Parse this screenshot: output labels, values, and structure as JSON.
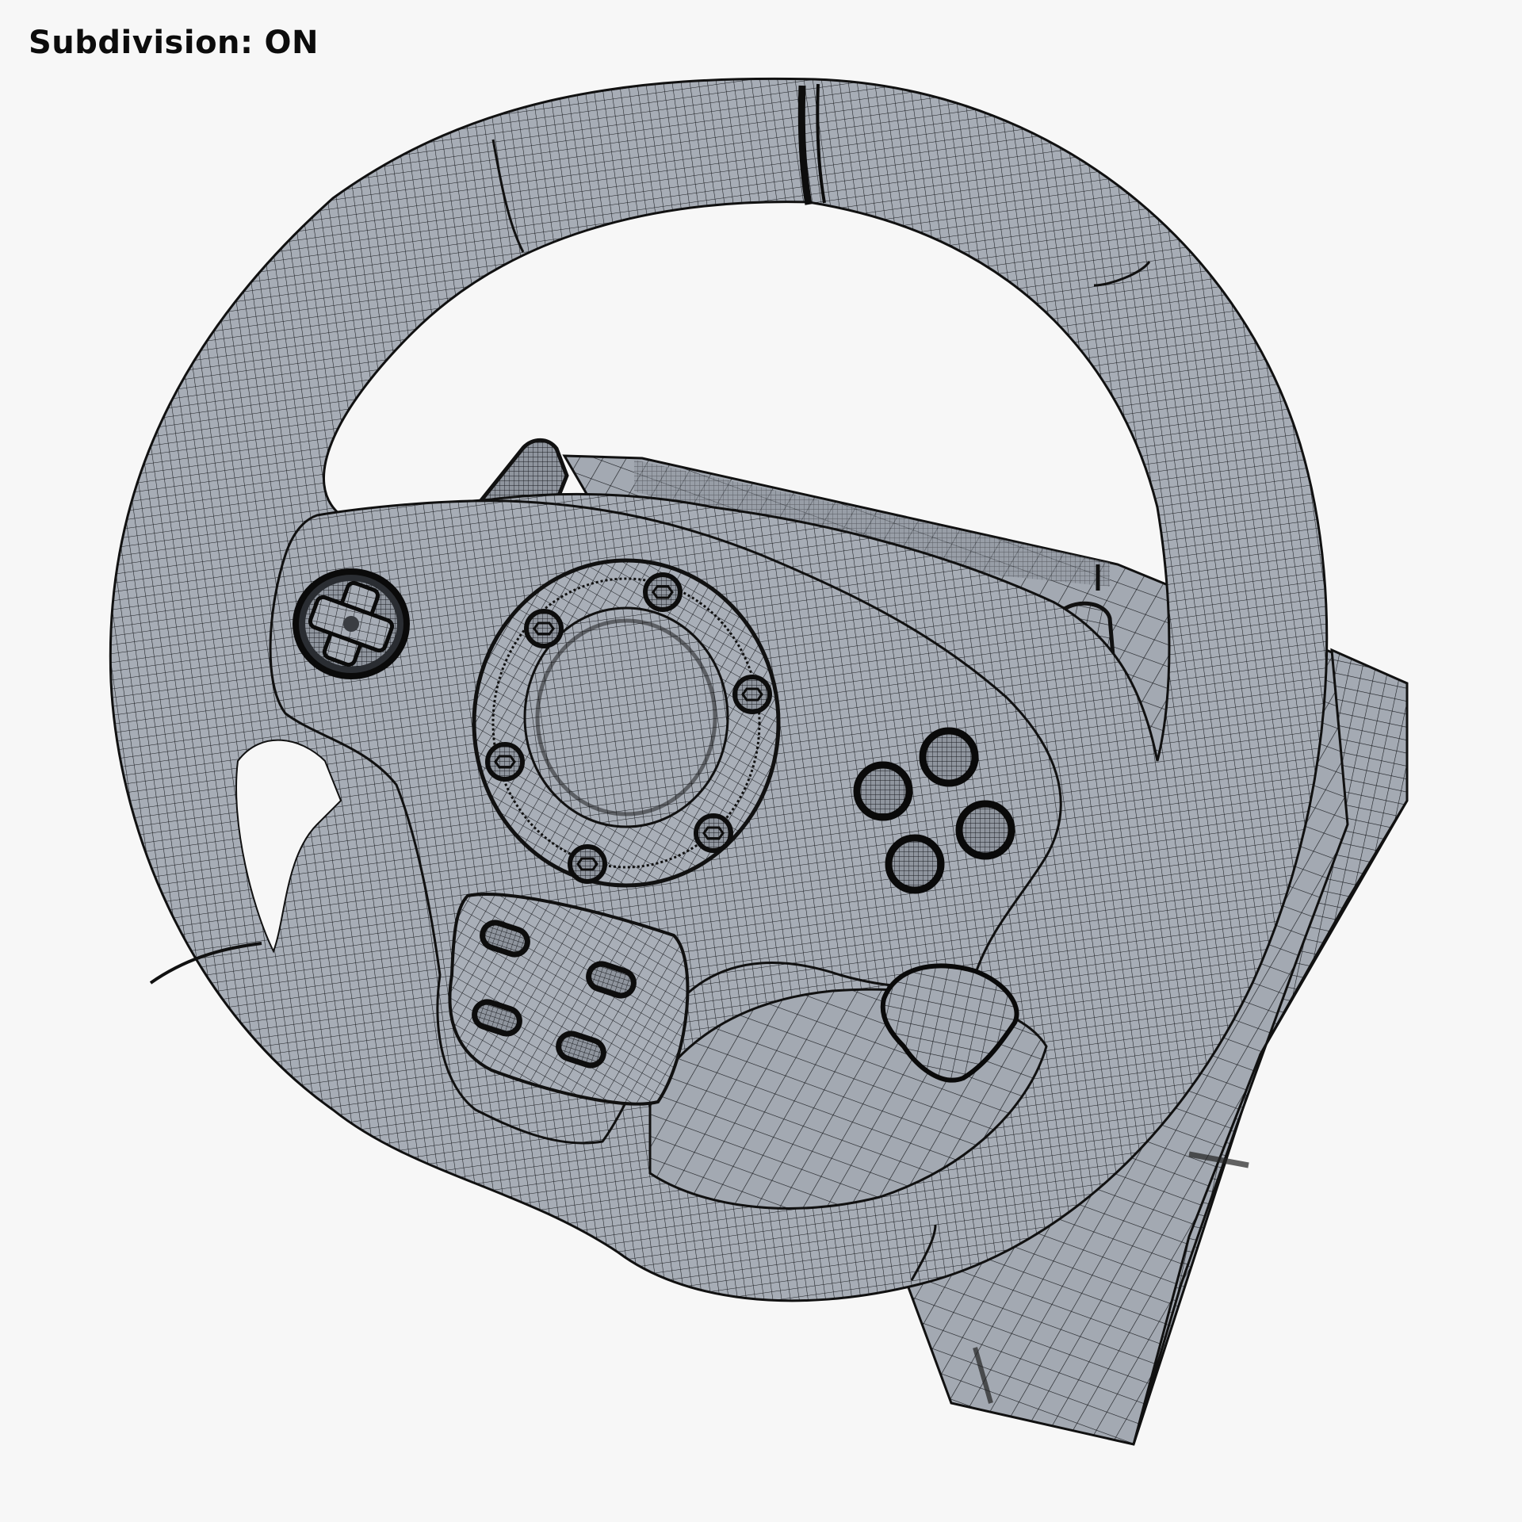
{
  "caption": {
    "label": "Subdivision:",
    "value": "ON"
  },
  "render": {
    "subject": "racing steering wheel with pedestal base",
    "view_mode": "wireframe-on-shaded",
    "colors": {
      "background": "#f7f7f7",
      "mesh_fill": "#a7adb6",
      "mesh_shadow": "#8d939c",
      "wire": "#1a1c20",
      "text": "#0c0c0c"
    }
  },
  "wheel": {
    "center_hub": {
      "screw_count": 6
    },
    "dpad": {
      "directions": [
        "up",
        "right",
        "down",
        "left"
      ]
    },
    "face_buttons": {
      "count": 4,
      "layout": "diamond"
    },
    "function_buttons": {
      "count": 4,
      "shape": "rounded-rect"
    },
    "paddle_shifters": {
      "count": 2
    }
  }
}
